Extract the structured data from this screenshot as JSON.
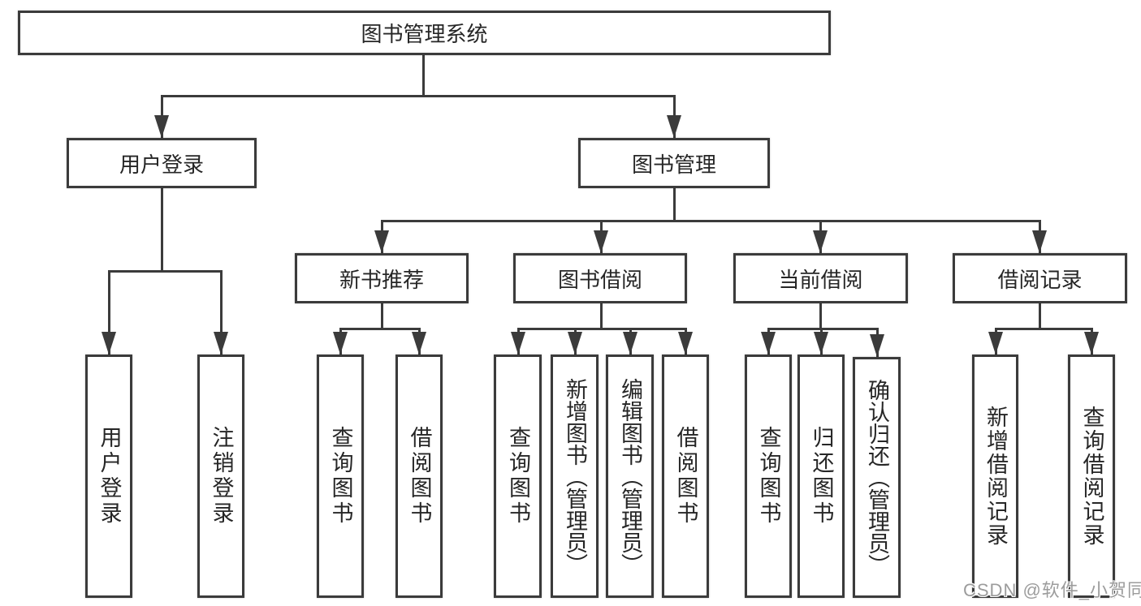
{
  "diagram": {
    "title": "图书管理系统",
    "nodes": [
      {
        "id": "root",
        "label": "图书管理系统",
        "level": 0,
        "parent": null
      },
      {
        "id": "user-login",
        "label": "用户登录",
        "level": 1,
        "parent": "root"
      },
      {
        "id": "book-management",
        "label": "图书管理",
        "level": 1,
        "parent": "root"
      },
      {
        "id": "new-book-recommend",
        "label": "新书推荐",
        "level": 2,
        "parent": "book-management"
      },
      {
        "id": "book-borrowing",
        "label": "图书借阅",
        "level": 2,
        "parent": "book-management"
      },
      {
        "id": "current-borrowing",
        "label": "当前借阅",
        "level": 2,
        "parent": "book-management"
      },
      {
        "id": "borrowing-records",
        "label": "借阅记录",
        "level": 2,
        "parent": "book-management"
      },
      {
        "id": "leaf-user-login",
        "label": "用户登录",
        "level": 3,
        "parent": "user-login"
      },
      {
        "id": "leaf-logout",
        "label": "注销登录",
        "level": 3,
        "parent": "user-login"
      },
      {
        "id": "leaf-query-books-1",
        "label": "查询图书",
        "level": 3,
        "parent": "new-book-recommend"
      },
      {
        "id": "leaf-borrow-books-1",
        "label": "借阅图书",
        "level": 3,
        "parent": "new-book-recommend"
      },
      {
        "id": "leaf-query-books-2",
        "label": "查询图书",
        "level": 3,
        "parent": "book-borrowing"
      },
      {
        "id": "leaf-add-book",
        "label": "新增图书（管理员）",
        "level": 3,
        "parent": "book-borrowing"
      },
      {
        "id": "leaf-edit-book",
        "label": "编辑图书（管理员）",
        "level": 3,
        "parent": "book-borrowing"
      },
      {
        "id": "leaf-borrow-books-2",
        "label": "借阅图书",
        "level": 3,
        "parent": "book-borrowing"
      },
      {
        "id": "leaf-query-books-3",
        "label": "查询图书",
        "level": 3,
        "parent": "current-borrowing"
      },
      {
        "id": "leaf-return-books",
        "label": "归还图书",
        "level": 3,
        "parent": "current-borrowing"
      },
      {
        "id": "leaf-confirm-return",
        "label": "确认归还（管理员）",
        "level": 3,
        "parent": "current-borrowing"
      },
      {
        "id": "leaf-add-borrow-record",
        "label": "新增借阅记录",
        "level": 3,
        "parent": "borrowing-records"
      },
      {
        "id": "leaf-query-borrow-record",
        "label": "查询借阅记录",
        "level": 3,
        "parent": "borrowing-records"
      }
    ],
    "watermark": "CSDN @软件_小贺同学",
    "colors": {
      "line": "#3b3b3b",
      "text": "#262626",
      "background": "#ffffff",
      "watermark": "#9c9c9c"
    }
  }
}
